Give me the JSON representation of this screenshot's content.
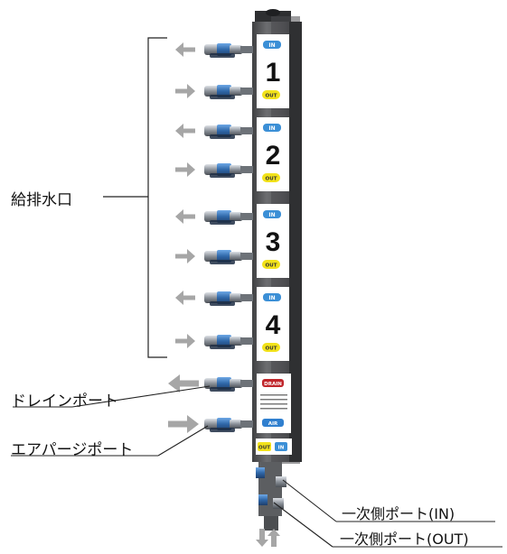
{
  "labels": {
    "supply_drain_ports": "給排水口",
    "drain_port": "ドレインポート",
    "air_purge_port": "エアパージポート",
    "primary_in": "一次側ポート(IN)",
    "primary_out": "一次側ポート(OUT)"
  },
  "zones": [
    {
      "number": "1",
      "in_badge": "IN",
      "out_badge": "OUT"
    },
    {
      "number": "2",
      "in_badge": "IN",
      "out_badge": "OUT"
    },
    {
      "number": "3",
      "in_badge": "IN",
      "out_badge": "OUT"
    },
    {
      "number": "4",
      "in_badge": "IN",
      "out_badge": "OUT"
    }
  ],
  "bottom_panel": {
    "drain_badge": "DRAIN",
    "air_badge": "AIR",
    "out_badge": "OUT",
    "in_badge": "IN"
  },
  "colors": {
    "in_badge": "#3b8fd6",
    "out_badge": "#f2e21a",
    "drain_badge": "#c0262b",
    "air_badge": "#2f7fcf",
    "arrow": "#a6a6a6",
    "body": "#5f6062",
    "fitting_blue": "#3a6fae"
  }
}
